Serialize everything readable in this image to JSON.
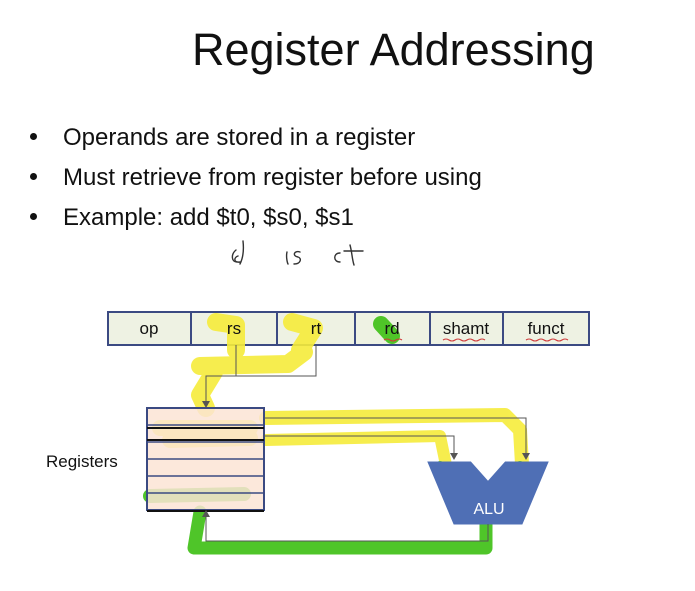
{
  "slide": {
    "title": "Register Addressing",
    "bullets": [
      "Operands are stored in a register",
      "Must retrieve from register before using",
      "Example:  add $t0, $s0, $s1"
    ],
    "handwritten_annotation": "rd  rs  rt"
  },
  "instruction_format": {
    "fields": [
      "op",
      "rs",
      "rt",
      "rd",
      "shamt",
      "funct"
    ]
  },
  "registers": {
    "label": "Registers",
    "rows": 6
  },
  "alu": {
    "label": "ALU",
    "color": "#4f6fb5"
  },
  "highlights": {
    "source_color": "#f6ec3b",
    "destination_color": "#46c21e"
  }
}
